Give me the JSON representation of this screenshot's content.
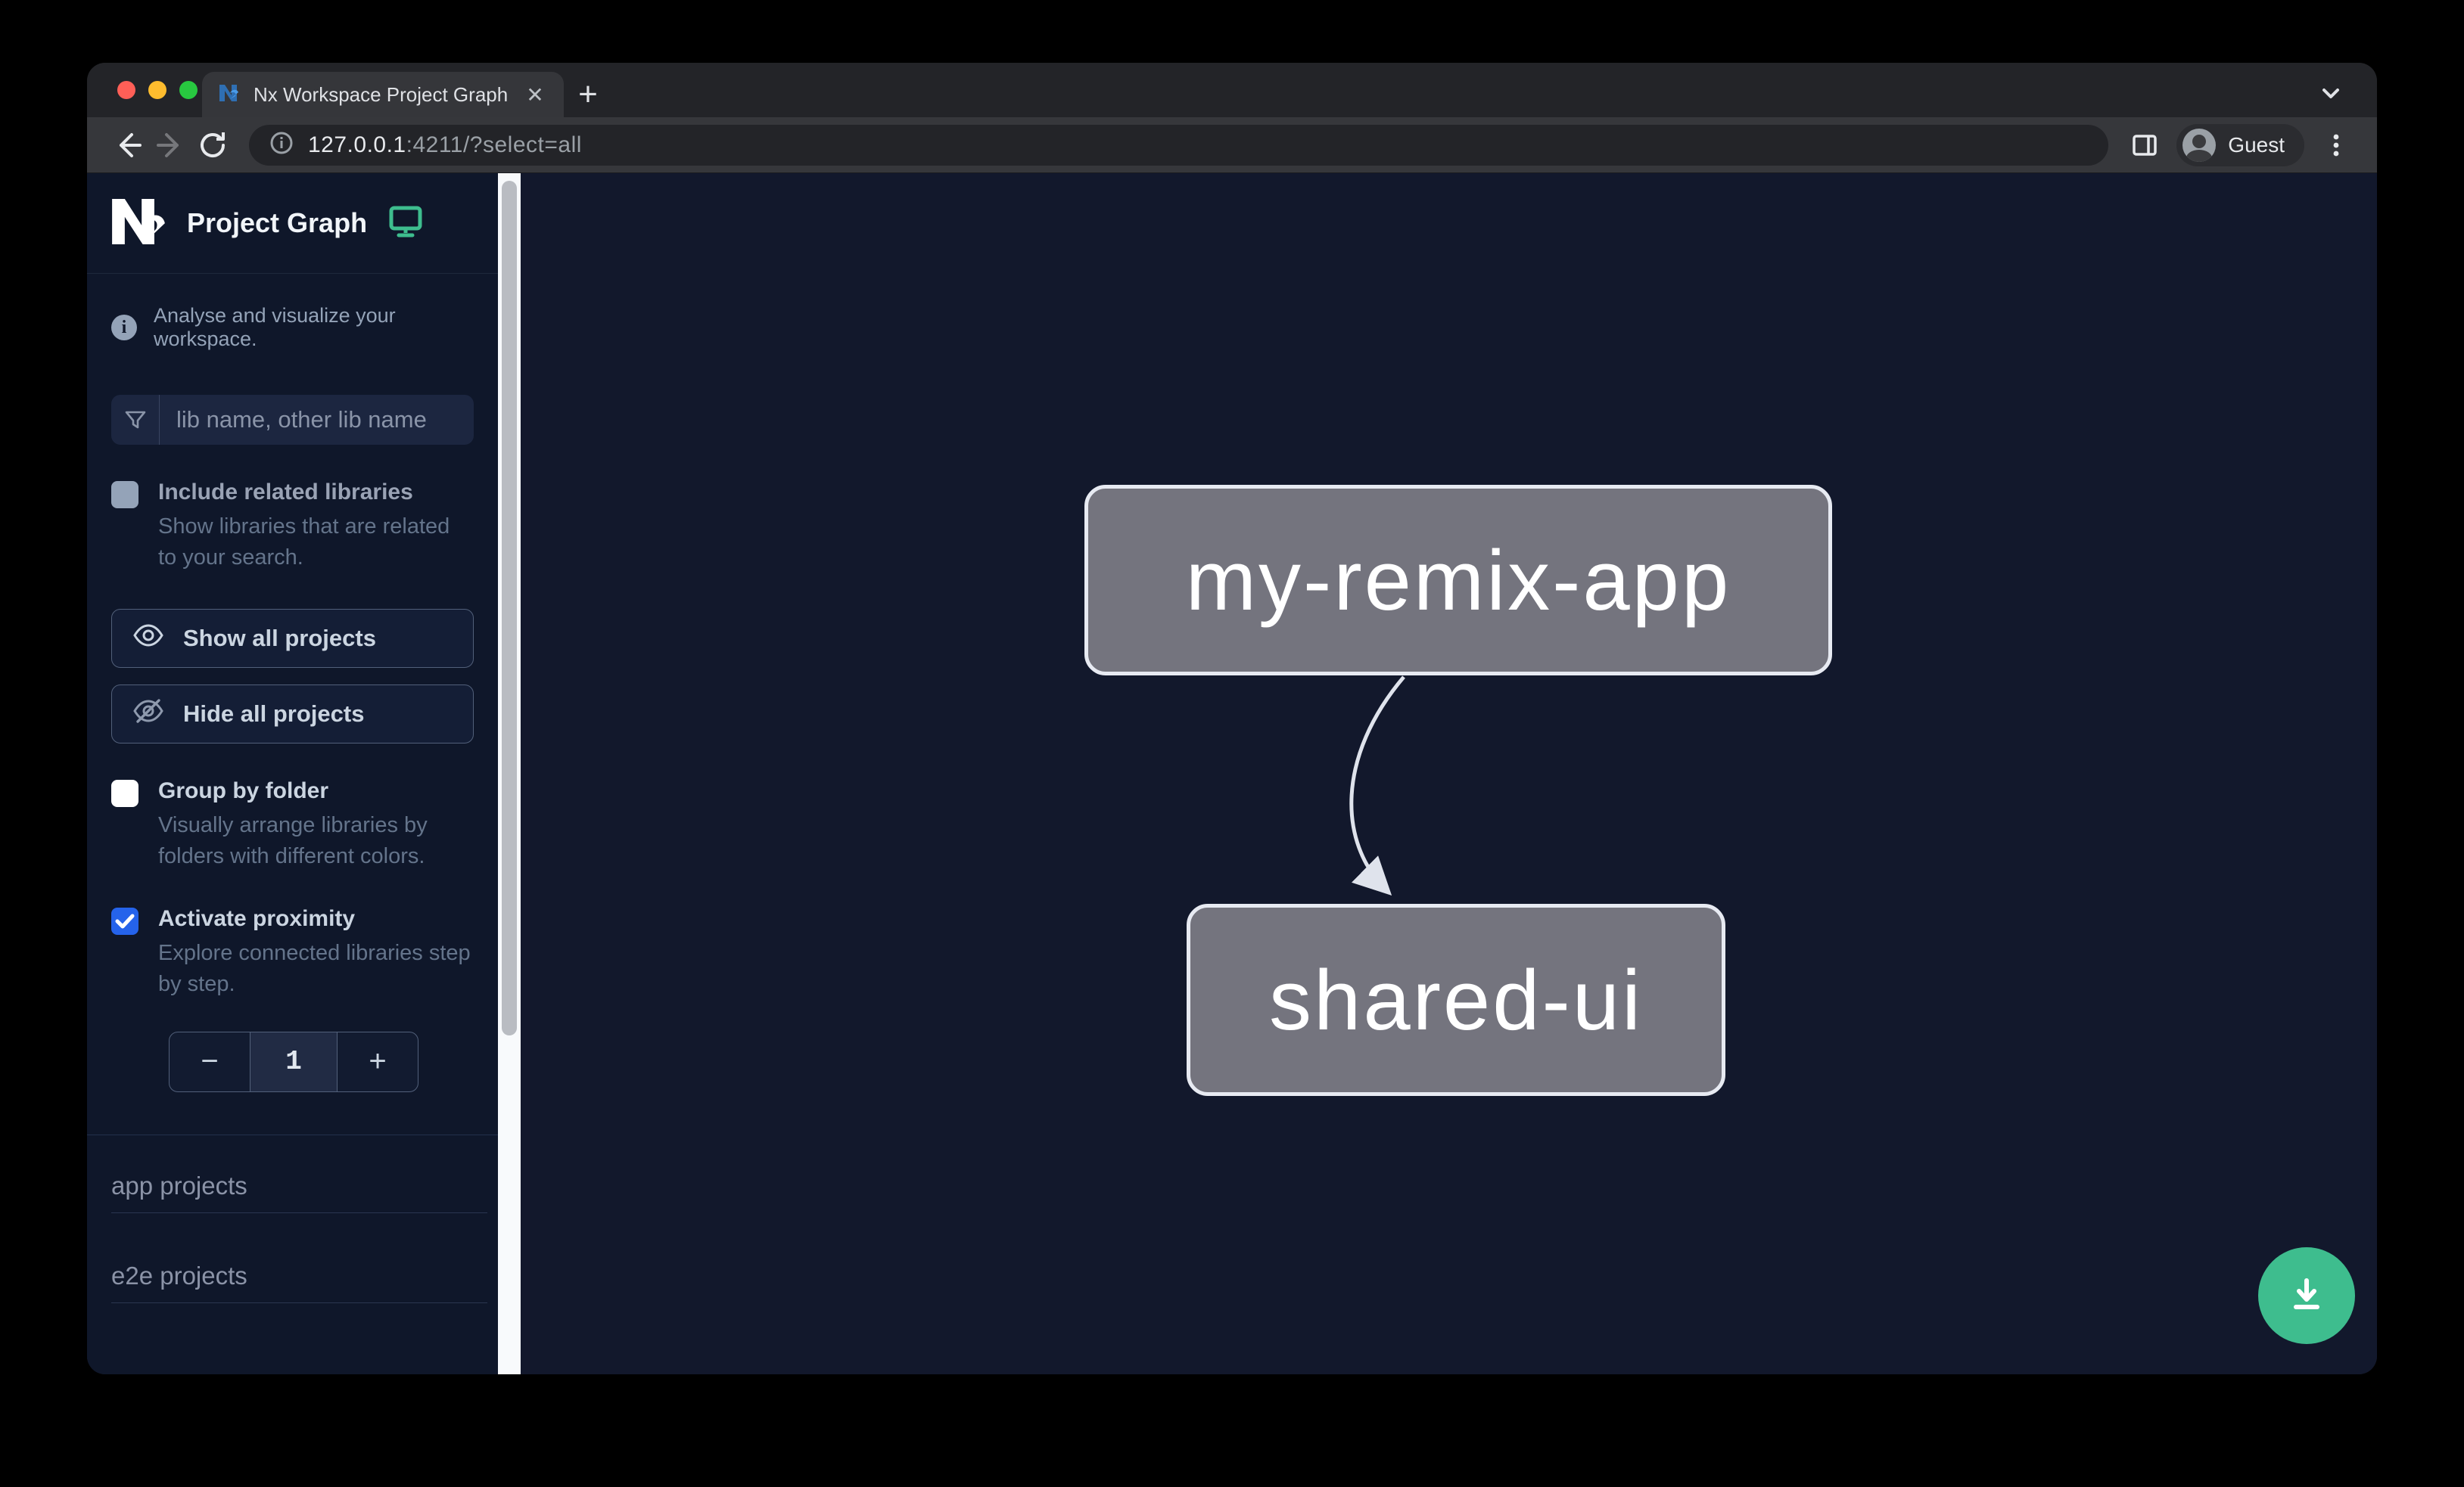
{
  "browser": {
    "tab": {
      "title": "Nx Workspace Project Graph"
    },
    "address": {
      "host": "127.0.0.1",
      "path": ":4211/?select=all"
    },
    "profile_label": "Guest"
  },
  "sidebar": {
    "app_title": "Project Graph",
    "tagline": "Analyse and visualize your workspace.",
    "search_placeholder": "lib name, other lib name",
    "options": [
      {
        "label": "Include related libraries",
        "description": "Show libraries that are related to your search.",
        "state": "unchecked-disabled"
      },
      {
        "label": "Group by folder",
        "description": "Visually arrange libraries by folders with different colors.",
        "state": "unchecked"
      },
      {
        "label": "Activate proximity",
        "description": "Explore connected libraries step by step.",
        "state": "checked"
      }
    ],
    "buttons": [
      {
        "label": "Show all projects"
      },
      {
        "label": "Hide all projects"
      }
    ],
    "stepper": {
      "decrement": "−",
      "value": "1",
      "increment": "+"
    },
    "sections": [
      {
        "label": "app projects"
      },
      {
        "label": "e2e projects"
      }
    ]
  },
  "graph": {
    "nodes": [
      {
        "id": "my-remix-app",
        "label": "my-remix-app"
      },
      {
        "id": "shared-ui",
        "label": "shared-ui"
      }
    ],
    "edges": [
      {
        "source": "my-remix-app",
        "target": "shared-ui"
      }
    ]
  },
  "colors": {
    "accent_green": "#3ebd8e",
    "checkbox_blue": "#2563eb",
    "node_fill": "#74747e",
    "node_border": "#e7eaf2",
    "edge": "#dfe3ec",
    "sidebar_bg": "#0f172a",
    "canvas_bg": "#12182c"
  }
}
